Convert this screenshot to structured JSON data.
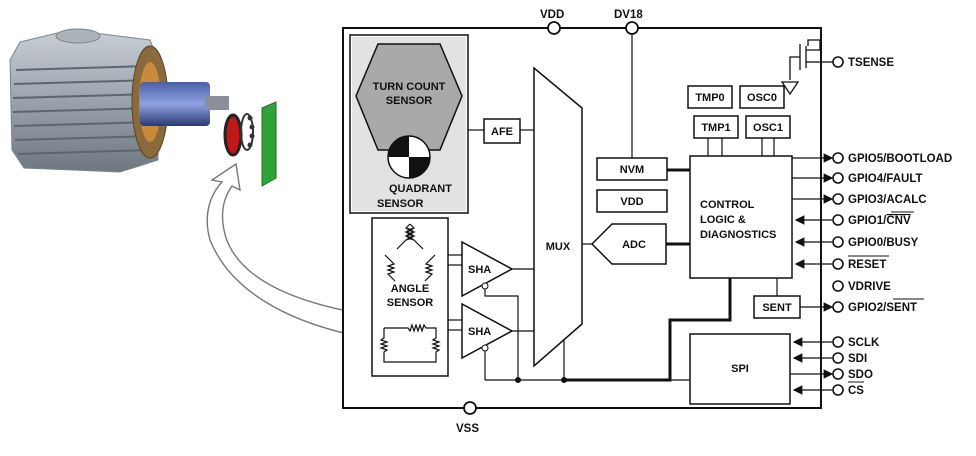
{
  "supply_pins": {
    "vdd": "VDD",
    "dv18": "DV18",
    "vss": "VSS"
  },
  "sensor_blocks": {
    "turn_count": [
      "TURN COUNT",
      "SENSOR"
    ],
    "quadrant": [
      "QUADRANT",
      "SENSOR"
    ],
    "angle": [
      "ANGLE",
      "SENSOR"
    ]
  },
  "blocks": {
    "afe": "AFE",
    "sha_top": "SHA",
    "sha_bottom": "SHA",
    "mux": "MUX",
    "nvm": "NVM",
    "vdd_reg": "VDD",
    "adc": "ADC",
    "tmp0": "TMP0",
    "tmp1": "TMP1",
    "osc0": "OSC0",
    "osc1": "OSC1",
    "control": [
      "CONTROL",
      "LOGIC &",
      "DIAGNOSTICS"
    ],
    "sent": "SENT",
    "spi": "SPI"
  },
  "right_pins": {
    "tsense": "TSENSE",
    "gpio5": "GPIO5/BOOTLOAD",
    "gpio4": "GPIO4/FAULT",
    "gpio3": "GPIO3/ACALC",
    "gpio1_prefix": "GPIO1/",
    "gpio1_bar": "CNV",
    "gpio0": "GPIO0/BUSY",
    "reset": "RESET",
    "vdrive": "VDRIVE",
    "gpio2_prefix": "GPIO2/",
    "gpio2_bar": "SENT",
    "sclk": "SCLK",
    "sdi": "SDI",
    "sdo": "SDO",
    "cs": "CS"
  }
}
